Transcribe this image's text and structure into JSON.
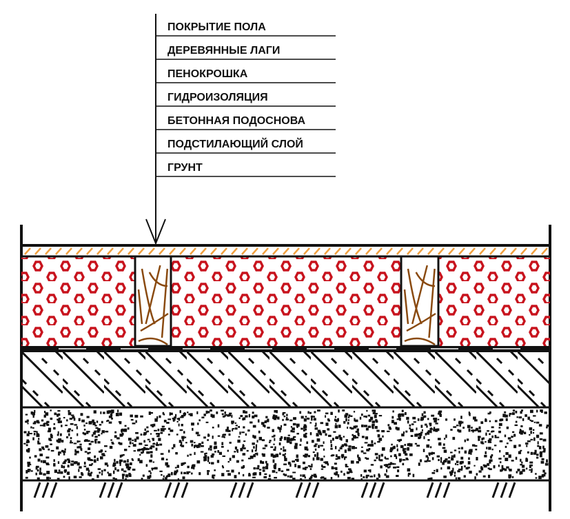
{
  "title": "Floor layers cross-section",
  "layers": [
    {
      "label": "ПОКРЫТИЕ ПОЛА"
    },
    {
      "label": "ДЕРЕВЯННЫЕ ЛАГИ"
    },
    {
      "label": "ПЕНОКРОШКА"
    },
    {
      "label": "ГИДРОИЗОЛЯЦИЯ"
    },
    {
      "label": "БЕТОННАЯ ПОДОСНОВА"
    },
    {
      "label": "ПОДСТИЛАЮЩИЙ СЛОЙ"
    },
    {
      "label": "ГРУНТ"
    }
  ],
  "colors": {
    "foam": "#c8141e",
    "covering": "#f0a040",
    "wood": "#8a4a10",
    "line": "#111111"
  }
}
